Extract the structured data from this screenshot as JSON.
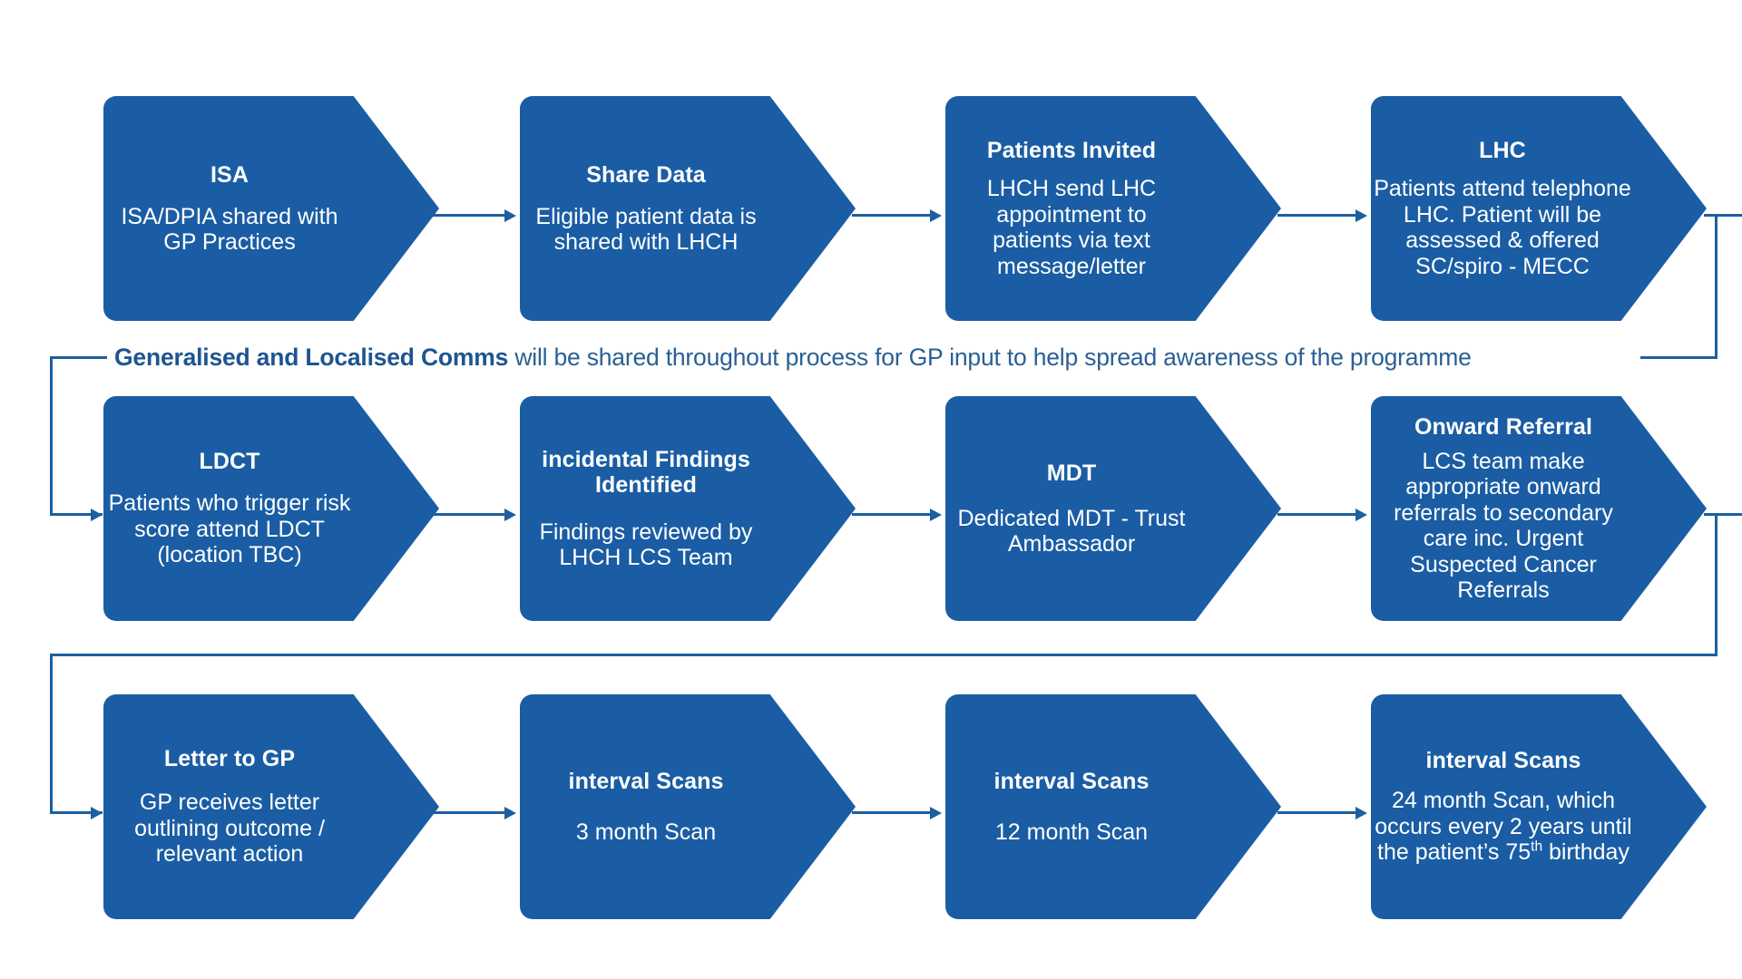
{
  "theme": {
    "box_fill": "#1a5da4",
    "line_color": "#1d5fa0",
    "box_text": "#ffffff",
    "banner_text": "#2a6094",
    "background": "#ffffff"
  },
  "banner": {
    "bold_text": "Generalised and Localised Comms",
    "rest_text": " will be shared throughout process for GP input to help spread awareness of the programme"
  },
  "rows": [
    {
      "id": "row-1",
      "steps": [
        {
          "title": "ISA",
          "body": "ISA/DPIA shared with GP Practices"
        },
        {
          "title": "Share Data",
          "body": "Eligible patient data is shared with LHCH"
        },
        {
          "title": "Patients Invited",
          "body": "LHCH send LHC appointment to patients via text message/letter"
        },
        {
          "title": "LHC",
          "body": "Patients attend telephone LHC. Patient will be assessed & offered SC/spiro - MECC"
        }
      ]
    },
    {
      "id": "row-2",
      "steps": [
        {
          "title": "LDCT",
          "body": "Patients who trigger risk score attend LDCT (location TBC)"
        },
        {
          "title": "incidental Findings Identified",
          "body": "Findings reviewed by LHCH LCS Team"
        },
        {
          "title": "MDT",
          "body": "Dedicated MDT - Trust Ambassador"
        },
        {
          "title": "Onward Referral",
          "body": "LCS team make appropriate onward referrals to secondary care inc. Urgent Suspected Cancer Referrals"
        }
      ]
    },
    {
      "id": "row-3",
      "steps": [
        {
          "title": "Letter to GP",
          "body": "GP receives letter outlining outcome / relevant action"
        },
        {
          "title": "interval Scans",
          "body": "3 month Scan"
        },
        {
          "title": "interval Scans",
          "body": "12 month Scan"
        },
        {
          "title": "interval Scans",
          "body_pre": "24 month Scan, which occurs every 2 years until the patient’s 75",
          "body_sup": "th",
          "body_post": " birthday"
        }
      ]
    }
  ]
}
